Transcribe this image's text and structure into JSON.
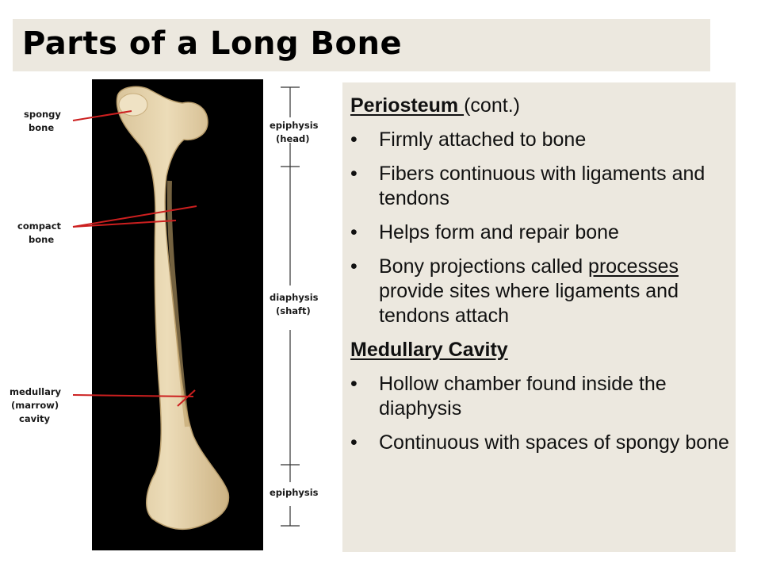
{
  "slide": {
    "title": "Parts of a Long Bone"
  },
  "figure": {
    "labels": {
      "spongy": [
        "spongy",
        "bone"
      ],
      "compact": [
        "compact",
        "bone"
      ],
      "medullary": [
        "medullary",
        "(marrow)",
        "cavity"
      ],
      "epiphysis_head": [
        "epiphysis",
        "(head)"
      ],
      "diaphysis": [
        "diaphysis",
        "(shaft)"
      ],
      "epiphysis_bottom": [
        "epiphysis"
      ]
    },
    "colors": {
      "background": "#000000",
      "bone": "#e2cfa6",
      "pointer": "#cc1f1f"
    }
  },
  "content": {
    "section1": {
      "heading": "Periosteum ",
      "heading_suffix": "(cont.)",
      "bullet_symbol": "•",
      "bullets": [
        "Firmly attached to bone",
        "Fibers continuous with ligaments and tendons",
        "Helps form and repair bone"
      ],
      "bullet4": {
        "before": "Bony projections called ",
        "link": "processes",
        "after": "  provide sites where ligaments and tendons attach"
      }
    },
    "section2": {
      "heading": "Medullary Cavity",
      "bullets": [
        "Hollow chamber found inside the diaphysis",
        "Continuous with spaces of spongy bone"
      ]
    }
  }
}
